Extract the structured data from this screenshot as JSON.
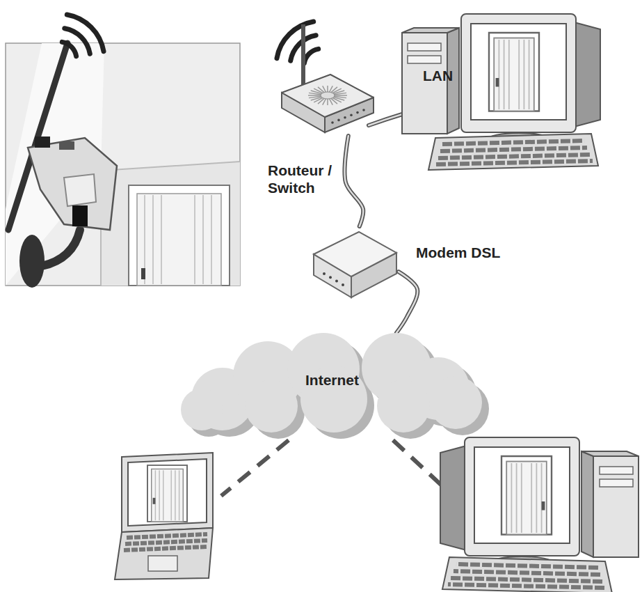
{
  "diagram": {
    "nodes": [
      {
        "text": [
          "Routeur / Switch"
        ]
      },
      {
        "text": [
          "Modem DSL"
        ]
      },
      {
        "text": [
          "Internet"
        ]
      }
    ],
    "edges": [
      {
        "from": 0,
        "to": 1,
        "arrow": "none"
      },
      {
        "from": 1,
        "to": 2,
        "arrow": "none"
      }
    ],
    "labels": [
      "LAN"
    ]
  }
}
